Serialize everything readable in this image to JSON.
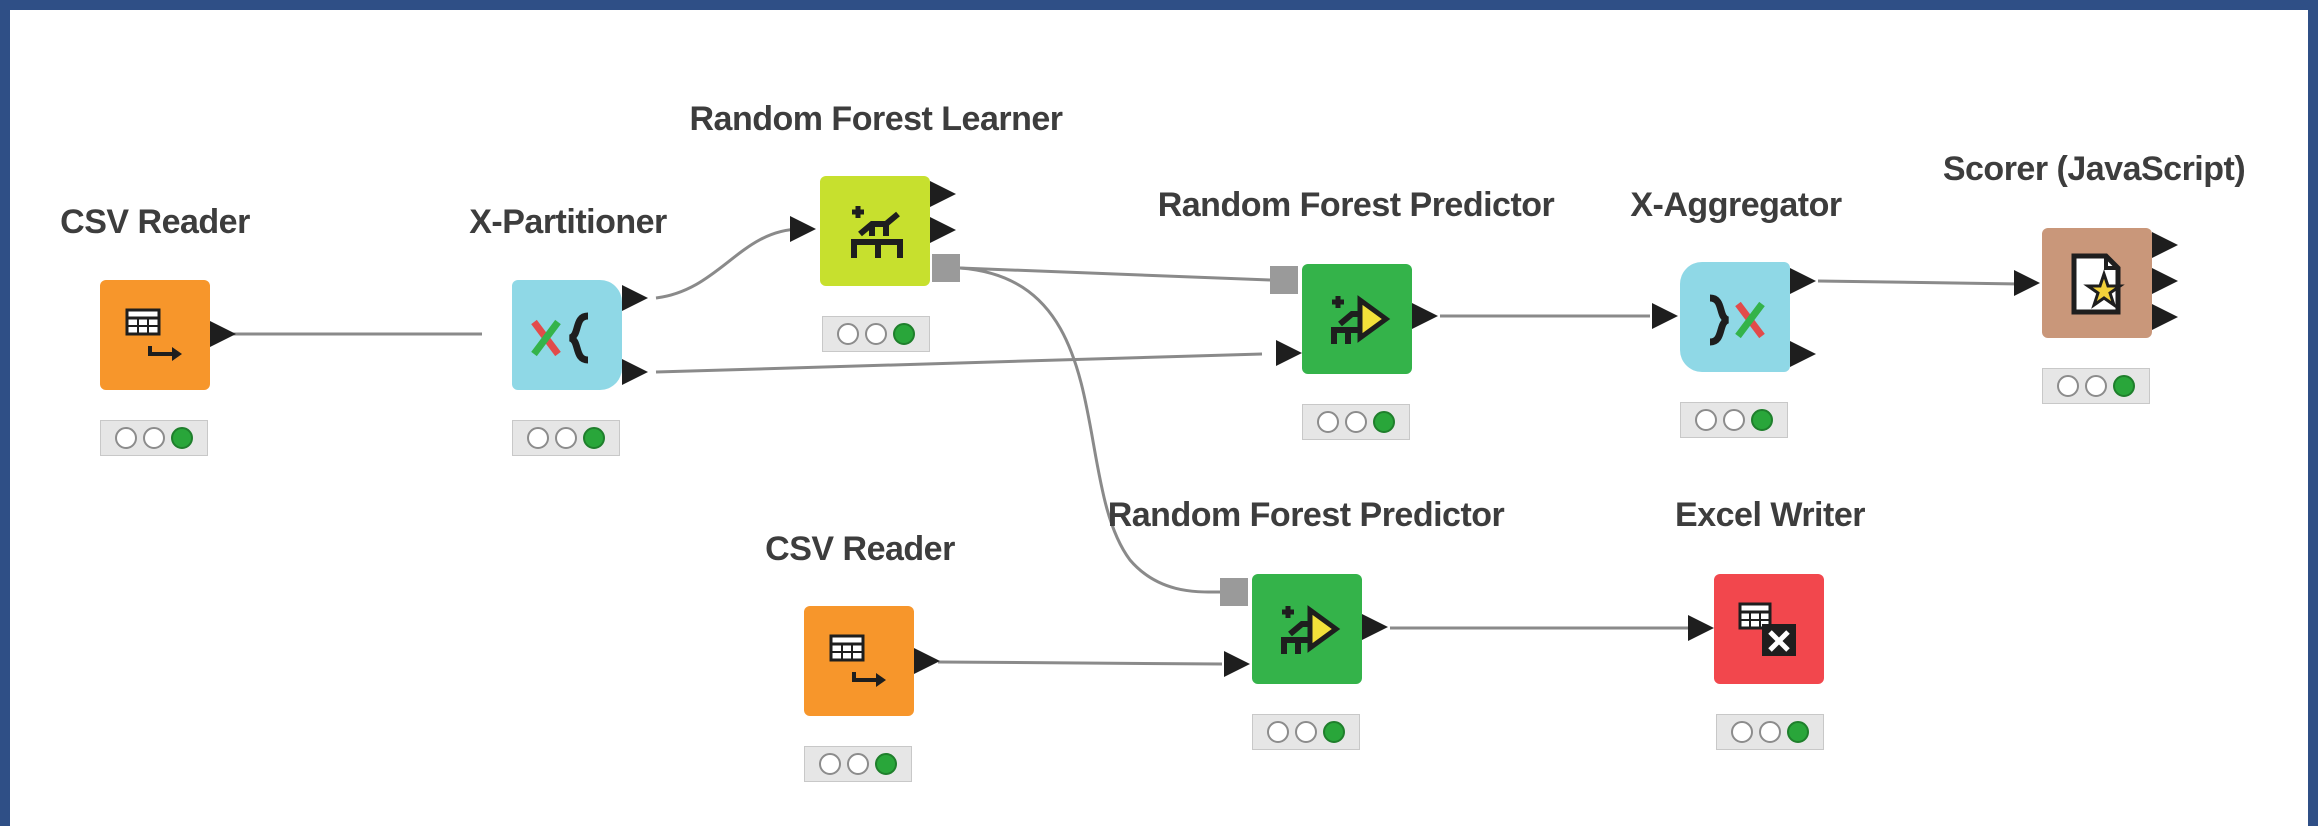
{
  "workflow": {
    "nodes": {
      "csv_reader_1": {
        "label": "CSV Reader",
        "color": "#f7962b",
        "icon": "csv-reader-icon",
        "status": "executed"
      },
      "x_partitioner": {
        "label": "X-Partitioner",
        "color": "#8fd8e6",
        "icon": "loop-start-icon",
        "status": "executed"
      },
      "rf_learner": {
        "label": "Random Forest Learner",
        "color": "#c7e02e",
        "icon": "learner-icon",
        "status": "executed"
      },
      "rf_predictor_1": {
        "label": "Random Forest Predictor",
        "color": "#34b34a",
        "icon": "predictor-icon",
        "status": "executed"
      },
      "x_aggregator": {
        "label": "X-Aggregator",
        "color": "#8fd8e6",
        "icon": "loop-end-icon",
        "status": "executed"
      },
      "scorer": {
        "label": "Scorer (JavaScript)",
        "color": "#c9977a",
        "icon": "scorer-icon",
        "status": "executed"
      },
      "csv_reader_2": {
        "label": "CSV Reader",
        "color": "#f7962b",
        "icon": "csv-reader-icon",
        "status": "executed"
      },
      "rf_predictor_2": {
        "label": "Random Forest Predictor",
        "color": "#34b34a",
        "icon": "predictor-icon",
        "status": "executed"
      },
      "excel_writer": {
        "label": "Excel Writer",
        "color": "#f2474d",
        "icon": "excel-writer-icon",
        "status": "executed"
      }
    },
    "colors": {
      "frame_border": "#2f4f86",
      "connection": "#8a8a8a",
      "port": "#1e1e1e",
      "model_port": "#9a9a9a",
      "status_green": "#29a63a"
    }
  }
}
